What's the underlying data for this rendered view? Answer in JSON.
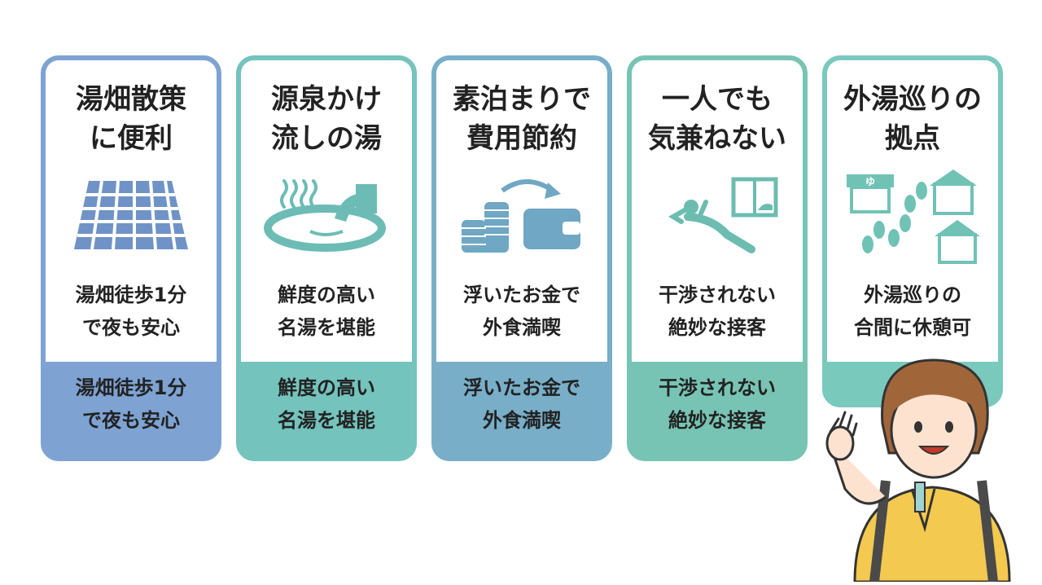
{
  "cards": [
    {
      "title": "湯畑散策\nに便利",
      "icon": "grid-square-icon",
      "desc": "湯畑徒歩1分\nで夜も安心",
      "footer": "湯畑徒歩1分\nで夜も安心"
    },
    {
      "title": "源泉かけ\n流しの湯",
      "icon": "hot-spring-bath-icon",
      "desc": "鮮度の高い\n名湯を堪能",
      "footer": "鮮度の高い\n名湯を堪能"
    },
    {
      "title": "素泊まりで\n費用節約",
      "icon": "coins-wallet-icon",
      "desc": "浮いたお金で\n外食満喫",
      "footer": "浮いたお金で\n外食満喫"
    },
    {
      "title": "一人でも\n気兼ねない",
      "icon": "relaxing-person-icon",
      "desc": "干渉されない\n絶妙な接客",
      "footer": "干渉されない\n絶妙な接客"
    },
    {
      "title": "外湯巡りの\n拠点",
      "icon": "bathhouses-footsteps-icon",
      "desc": "外湯巡りの\n合間に休憩可",
      "sign": "ゆ"
    }
  ],
  "colors": {
    "card1": "#7ea3d3",
    "card2": "#74c3bc",
    "card3": "#78aec8",
    "card4": "#78c4b4",
    "card5": "#79c9bd",
    "skin": "#fde3cf",
    "hoodie": "#f3c94f",
    "hair": "#a0663a"
  }
}
